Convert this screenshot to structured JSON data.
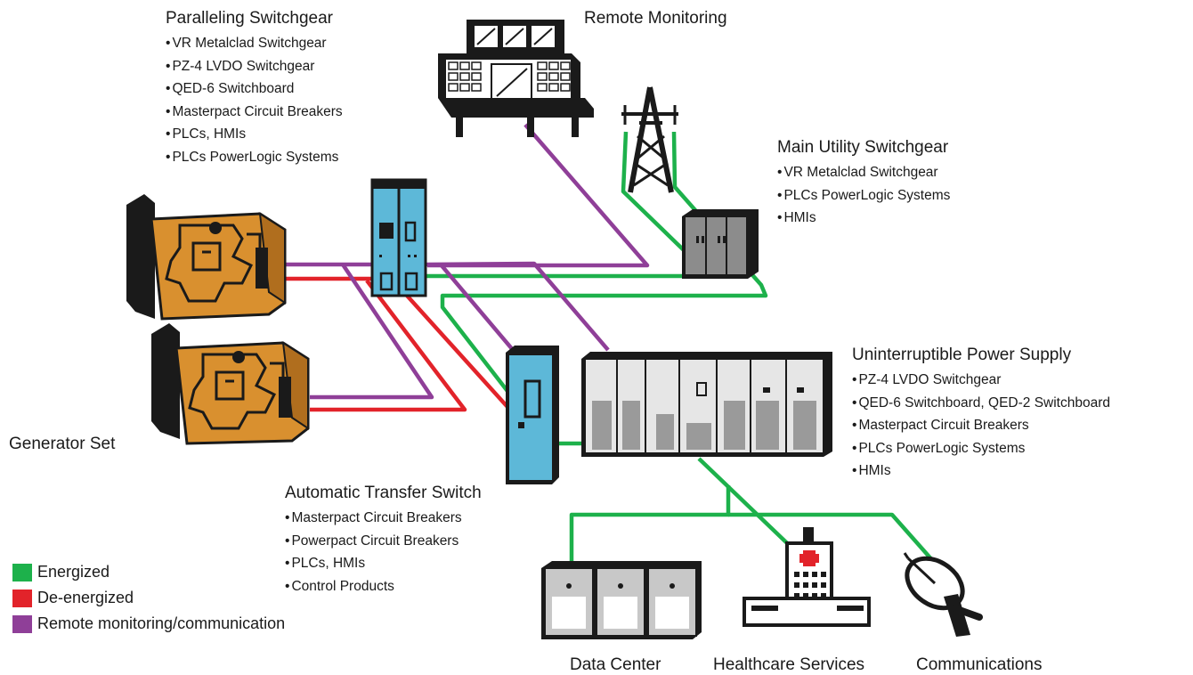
{
  "colors": {
    "energized": "#1db14b",
    "deenergized": "#e2232a",
    "monitoring": "#8f3f98",
    "equipment_orange": "#d9902f",
    "equipment_blue": "#5db8d8",
    "equipment_gray": "#8c8c8c"
  },
  "paralleling": {
    "title": "Paralleling Switchgear",
    "items": [
      "VR Metalclad Switchgear",
      "PZ-4 LVDO Switchgear",
      "QED-6 Switchboard",
      "Masterpact Circuit Breakers",
      "PLCs, HMIs",
      "PLCs PowerLogic Systems"
    ]
  },
  "remote": {
    "title": "Remote Monitoring"
  },
  "utility": {
    "title": "Main Utility Switchgear",
    "items": [
      "VR Metalclad Switchgear",
      "PLCs PowerLogic Systems",
      "HMIs"
    ]
  },
  "ups": {
    "title": "Uninterruptible Power Supply",
    "items": [
      "PZ-4 LVDO Switchgear",
      "QED-6 Switchboard,  QED-2 Switchboard",
      "Masterpact Circuit Breakers",
      "PLCs PowerLogic Systems",
      "HMIs"
    ]
  },
  "ats": {
    "title": "Automatic Transfer Switch",
    "items": [
      "Masterpact Circuit Breakers",
      "Powerpact Circuit Breakers",
      "PLCs, HMIs",
      "Control Products"
    ]
  },
  "generator": {
    "title": "Generator Set"
  },
  "loads": {
    "data_center": "Data Center",
    "healthcare": "Healthcare Services",
    "communications": "Communications"
  },
  "legend": [
    {
      "label": "Energized",
      "color": "#1db14b"
    },
    {
      "label": "De-energized",
      "color": "#e2232a"
    },
    {
      "label": "Remote monitoring/communication",
      "color": "#8f3f98"
    }
  ],
  "icons": [
    "generator-icon",
    "switchgear-cabinet-icon",
    "control-console-icon",
    "transmission-tower-icon",
    "utility-cabinet-icon",
    "transfer-switch-icon",
    "ups-cabinet-icon",
    "data-center-icon",
    "hospital-icon",
    "satellite-dish-icon"
  ]
}
